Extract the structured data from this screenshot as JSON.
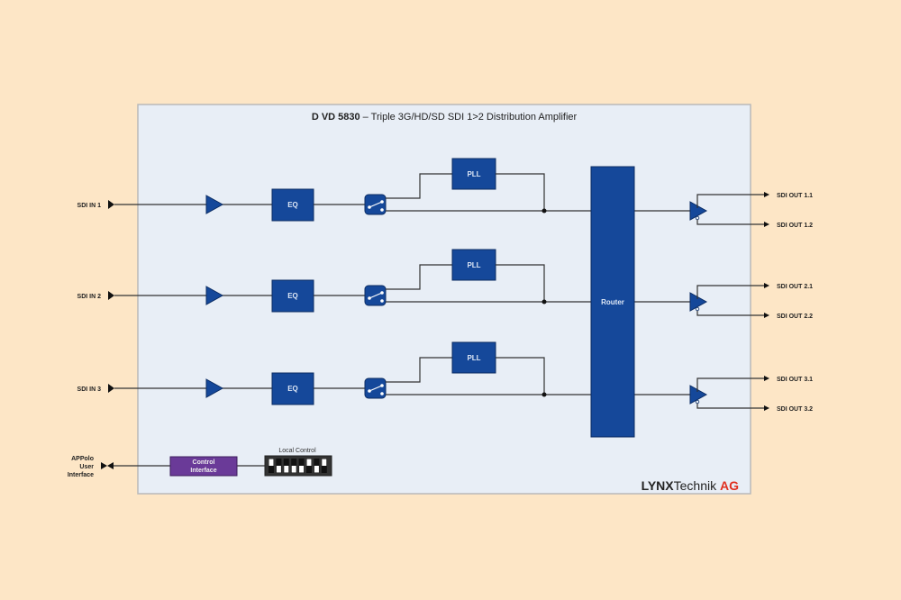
{
  "title": {
    "model": "D VD 5830",
    "description": " – Triple 3G/HD/SD SDI 1>2 Distribution Amplifier"
  },
  "inputs": [
    "SDI IN 1",
    "SDI IN 2",
    "SDI IN 3"
  ],
  "blocks": {
    "eq": "EQ",
    "pll": "PLL",
    "router": "Router",
    "control_interface": [
      "Control",
      "Interface"
    ],
    "local_control": "Local Control"
  },
  "outputs": [
    [
      "SDI OUT 1.1",
      "SDI OUT 1.2"
    ],
    [
      "SDI OUT 2.1",
      "SDI OUT 2.2"
    ],
    [
      "SDI OUT 3.1",
      "SDI OUT 3.2"
    ]
  ],
  "appolo": [
    "APPolo",
    "User",
    "Interface"
  ],
  "dip_switch_up": [
    1,
    0,
    0,
    0,
    0,
    1,
    0,
    1
  ],
  "brand": {
    "lynx": "LYNX",
    "technik": "Technik ",
    "ag": "AG"
  },
  "colors": {
    "block": "#15489a",
    "control": "#6a3a98",
    "panel": "#e8eef6",
    "background": "#fde6c6",
    "brand_red": "#e03020"
  }
}
